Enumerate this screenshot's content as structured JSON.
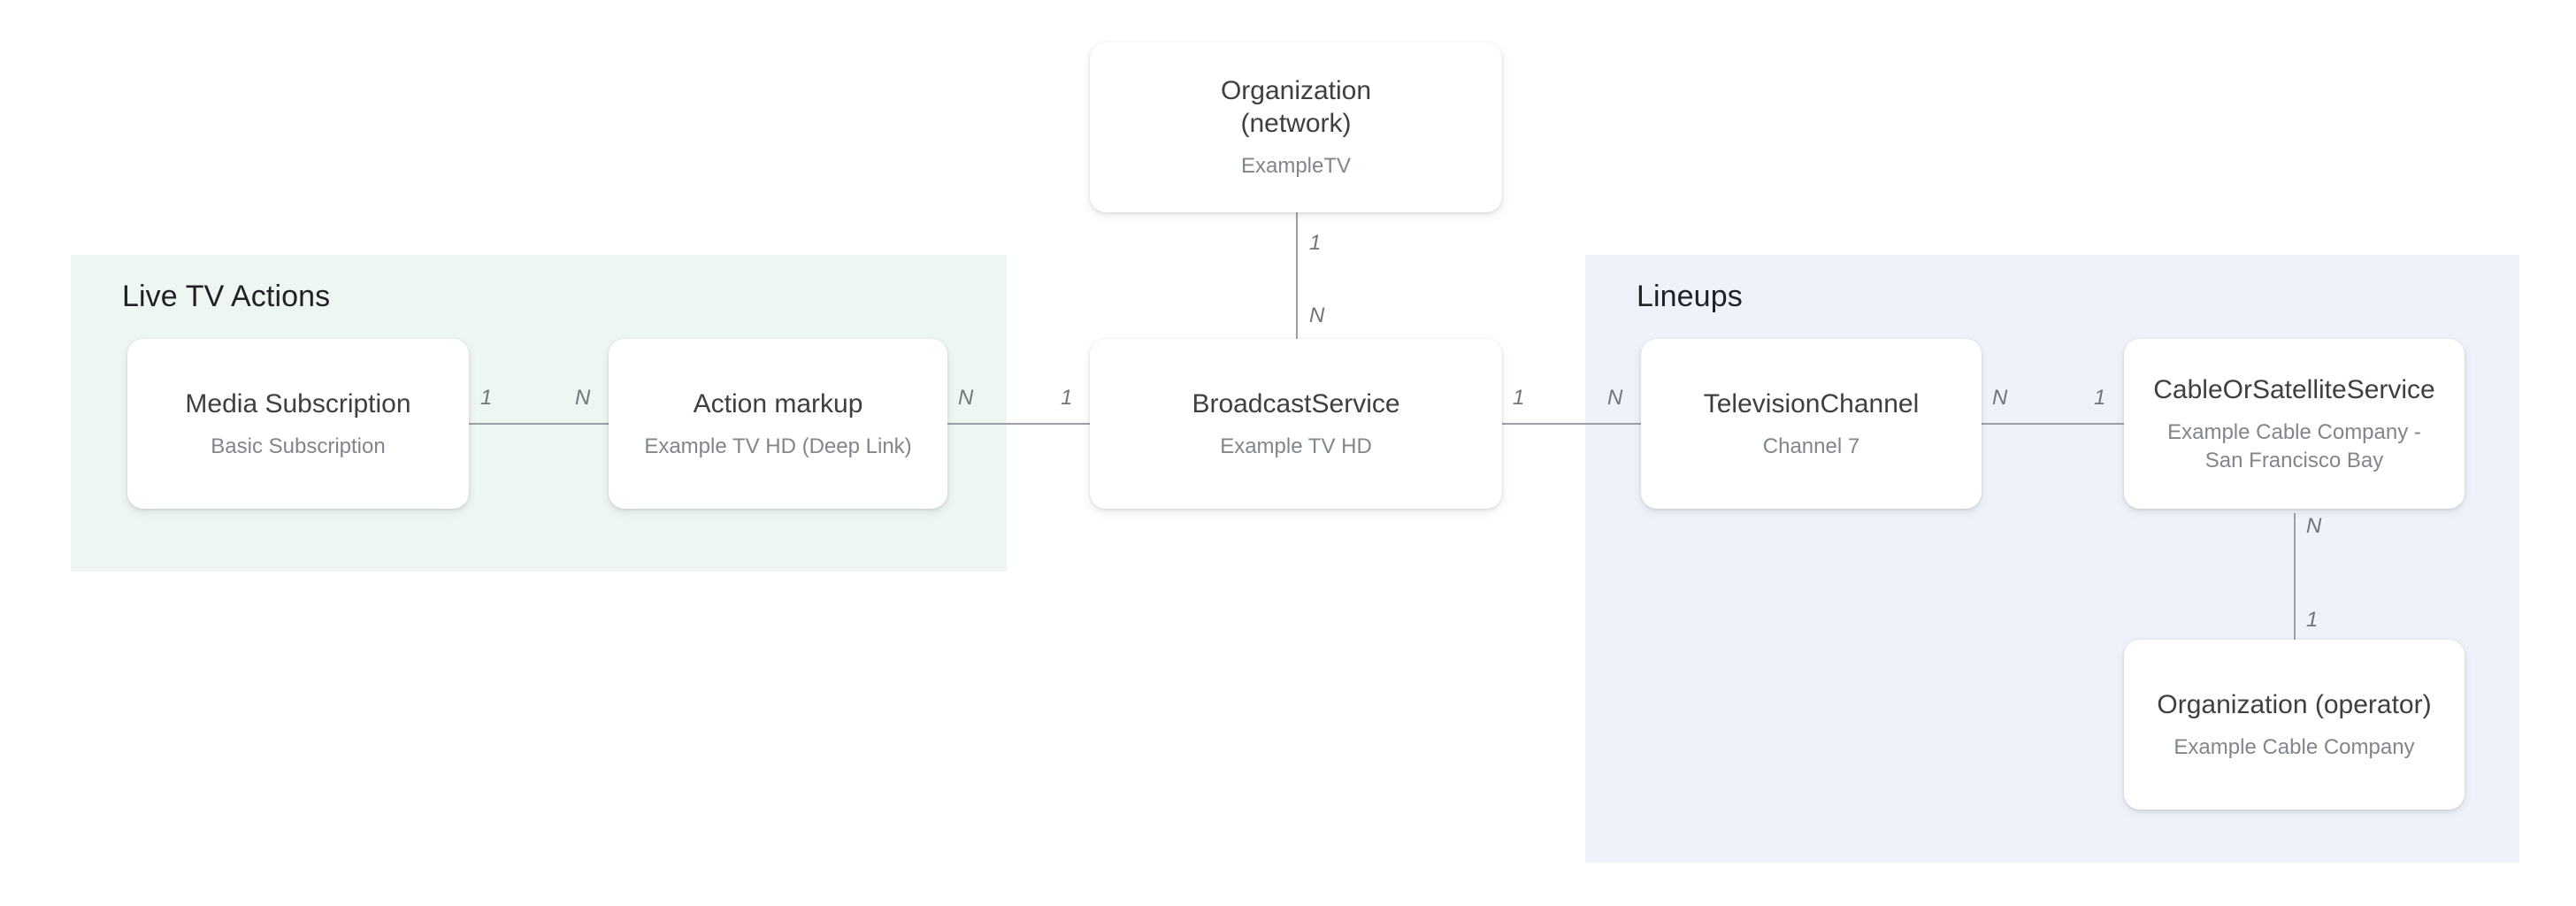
{
  "diagram": {
    "title_domain": "Live TV structured data entity relationship diagram",
    "colors": {
      "background": "#ffffff",
      "group_live_tv_actions_bg": "#eef6f1",
      "group_lineups_bg": "#eef2fb",
      "node_bg": "#ffffff",
      "node_title": "#3c4043",
      "node_subtitle": "#80868b",
      "group_title": "#1f2124",
      "connector": "#9aa0a6",
      "cardinality_label": "#70757a"
    }
  },
  "groups": [
    {
      "id": "live-tv-actions",
      "label": "Live TV Actions"
    },
    {
      "id": "lineups",
      "label": "Lineups"
    }
  ],
  "nodes": [
    {
      "id": "organization-network",
      "title": "Organization\n(network)",
      "subtitle": "ExampleTV"
    },
    {
      "id": "media-subscription",
      "title": "Media Subscription",
      "subtitle": "Basic Subscription"
    },
    {
      "id": "action-markup",
      "title": "Action markup",
      "subtitle": "Example TV HD (Deep Link)"
    },
    {
      "id": "broadcast-service",
      "title": "BroadcastService",
      "subtitle": "Example TV HD"
    },
    {
      "id": "television-channel",
      "title": "TelevisionChannel",
      "subtitle": "Channel 7"
    },
    {
      "id": "cable-or-satellite-service",
      "title": "CableOrSatelliteService",
      "subtitle": "Example Cable Company -\nSan Francisco Bay"
    },
    {
      "id": "organization-operator",
      "title": "Organization (operator)",
      "subtitle": "Example Cable Company"
    }
  ],
  "edges": [
    {
      "id": "organization-network-to-broadcast-service",
      "from": "organization-network",
      "to": "broadcast-service",
      "orientation": "vertical",
      "from_cardinality": "1",
      "to_cardinality": "N"
    },
    {
      "id": "media-subscription-to-action-markup",
      "from": "media-subscription",
      "to": "action-markup",
      "orientation": "horizontal",
      "from_cardinality": "1",
      "to_cardinality": "N"
    },
    {
      "id": "action-markup-to-broadcast-service",
      "from": "action-markup",
      "to": "broadcast-service",
      "orientation": "horizontal",
      "from_cardinality": "N",
      "to_cardinality": "1"
    },
    {
      "id": "broadcast-service-to-television-channel",
      "from": "broadcast-service",
      "to": "television-channel",
      "orientation": "horizontal",
      "from_cardinality": "1",
      "to_cardinality": "N"
    },
    {
      "id": "television-channel-to-cable-or-satellite-service",
      "from": "television-channel",
      "to": "cable-or-satellite-service",
      "orientation": "horizontal",
      "from_cardinality": "N",
      "to_cardinality": "1"
    },
    {
      "id": "cable-or-satellite-service-to-organization-operator",
      "from": "cable-or-satellite-service",
      "to": "organization-operator",
      "orientation": "vertical",
      "from_cardinality": "N",
      "to_cardinality": "1"
    }
  ]
}
